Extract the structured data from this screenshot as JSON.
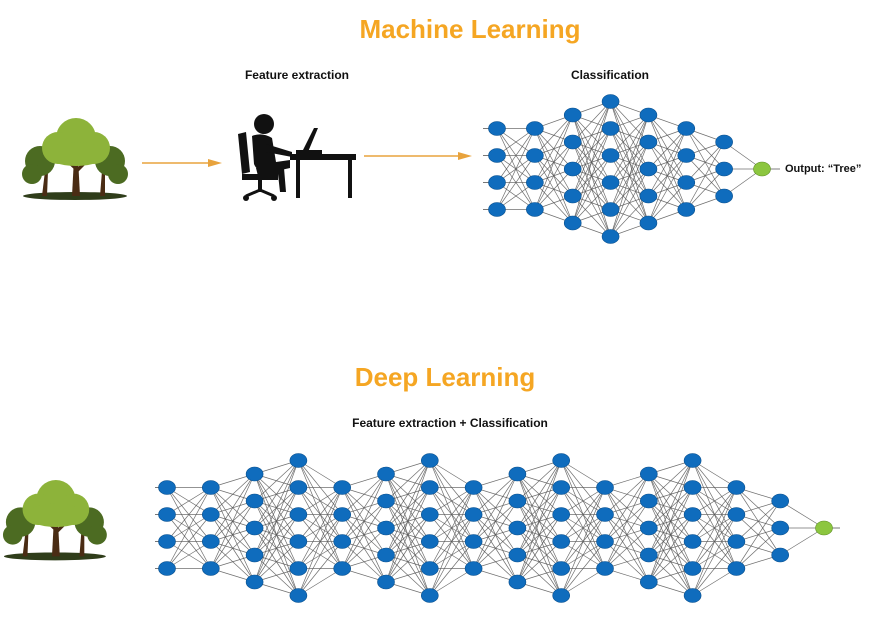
{
  "colors": {
    "title": "#F5A623",
    "node": "#0F6CBD",
    "output_node": "#8CC63F",
    "edge": "#555555",
    "arrow": "#E8A33D",
    "tree_light": "#8DB33A",
    "tree_dark": "#4C6B22",
    "trunk": "#4A2C14",
    "person": "#111111"
  },
  "machine_learning": {
    "title": "Machine Learning",
    "feature_label": "Feature extraction",
    "classification_label": "Classification",
    "output_label": "Output: “Tree”",
    "network_layers": [
      4,
      4,
      5,
      6,
      5,
      4,
      3,
      1
    ],
    "icons": [
      "tree-icon",
      "person-at-computer-icon"
    ]
  },
  "deep_learning": {
    "title": "Deep Learning",
    "label": "Feature extraction + Classification",
    "network_layers": [
      4,
      4,
      5,
      6,
      4,
      5,
      6,
      4,
      5,
      6,
      4,
      5,
      6,
      4,
      3,
      1
    ],
    "icons": [
      "tree-icon"
    ]
  }
}
